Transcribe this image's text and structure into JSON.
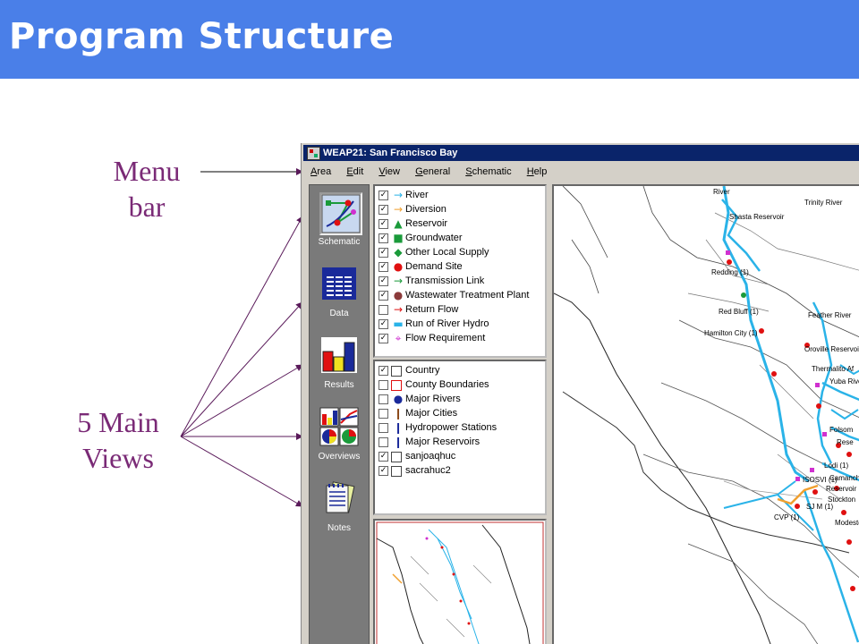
{
  "slide": {
    "title": "Program Structure"
  },
  "callouts": {
    "menu_line1": "Menu",
    "menu_line2": "bar",
    "views_line1": "5 Main",
    "views_line2": "Views"
  },
  "window": {
    "title": "WEAP21: San Francisco Bay"
  },
  "menu": [
    "Area",
    "Edit",
    "View",
    "General",
    "Schematic",
    "Help"
  ],
  "views": [
    {
      "label": "Schematic",
      "icon": "schematic-icon",
      "active": true
    },
    {
      "label": "Data",
      "icon": "data-table-icon",
      "active": false
    },
    {
      "label": "Results",
      "icon": "bar-chart-icon",
      "active": false
    },
    {
      "label": "Overviews",
      "icon": "overviews-icon",
      "active": false
    },
    {
      "label": "Notes",
      "icon": "notepad-icon",
      "active": false
    }
  ],
  "legend_upper": [
    {
      "label": "River",
      "checked": true,
      "symbol": "→",
      "color": "#2ab3e8"
    },
    {
      "label": "Diversion",
      "checked": true,
      "symbol": "→",
      "color": "#f0a030"
    },
    {
      "label": "Reservoir",
      "checked": true,
      "symbol": "▲",
      "color": "#1a9a3a"
    },
    {
      "label": "Groundwater",
      "checked": true,
      "symbol": "■",
      "color": "#1a9a3a"
    },
    {
      "label": "Other Local Supply",
      "checked": true,
      "symbol": "◆",
      "color": "#1a9a3a"
    },
    {
      "label": "Demand Site",
      "checked": true,
      "symbol": "●",
      "color": "#e01010"
    },
    {
      "label": "Transmission Link",
      "checked": true,
      "symbol": "→",
      "color": "#1a9a3a"
    },
    {
      "label": "Wastewater Treatment Plant",
      "checked": true,
      "symbol": "●",
      "color": "#8b3a3a"
    },
    {
      "label": "Return Flow",
      "checked": false,
      "symbol": "→",
      "color": "#e01010"
    },
    {
      "label": "Run of River Hydro",
      "checked": true,
      "symbol": "▬",
      "color": "#2ab3e8"
    },
    {
      "label": "Flow Requirement",
      "checked": true,
      "symbol": "⌖",
      "color": "#d030d0"
    }
  ],
  "legend_lower": [
    {
      "label": "Country",
      "checked": true,
      "symbol": "□",
      "color": "#444444"
    },
    {
      "label": "County Boundaries",
      "checked": false,
      "symbol": "□",
      "color": "#e01010"
    },
    {
      "label": "Major Rivers",
      "checked": false,
      "symbol": "●",
      "color": "#1a2a9a"
    },
    {
      "label": "Major Cities",
      "checked": false,
      "symbol": "❙",
      "color": "#8b4a1a"
    },
    {
      "label": "Hydropower Stations",
      "checked": false,
      "symbol": "❙",
      "color": "#1a2a9a"
    },
    {
      "label": "Major Reservoirs",
      "checked": false,
      "symbol": "❙",
      "color": "#1a2a9a"
    },
    {
      "label": "sanjoaqhuc",
      "checked": true,
      "symbol": "□",
      "color": "#444444"
    },
    {
      "label": "sacrahuc2",
      "checked": true,
      "symbol": "□",
      "color": "#444444"
    }
  ],
  "map_labels": [
    "River",
    "Trinity River",
    "Shasta Reservoir",
    "Redding (1)",
    "Red Bluff (1)",
    "Hamilton City (1)",
    "Feather River",
    "Oroville Reservoir",
    "Thermalito Af",
    "Yuba River",
    "Folsom",
    "Rese",
    "Lodi (1)",
    "Camanche",
    "Reservoir",
    "Stockton",
    "ISOSVI (1)",
    "SJ M (1)",
    "CVP (1)",
    "Modesto"
  ],
  "colors": {
    "title_bg": "#4a7fe8",
    "callout": "#7a2a76",
    "river": "#2ab3e8",
    "window_title": "#0a246a"
  }
}
